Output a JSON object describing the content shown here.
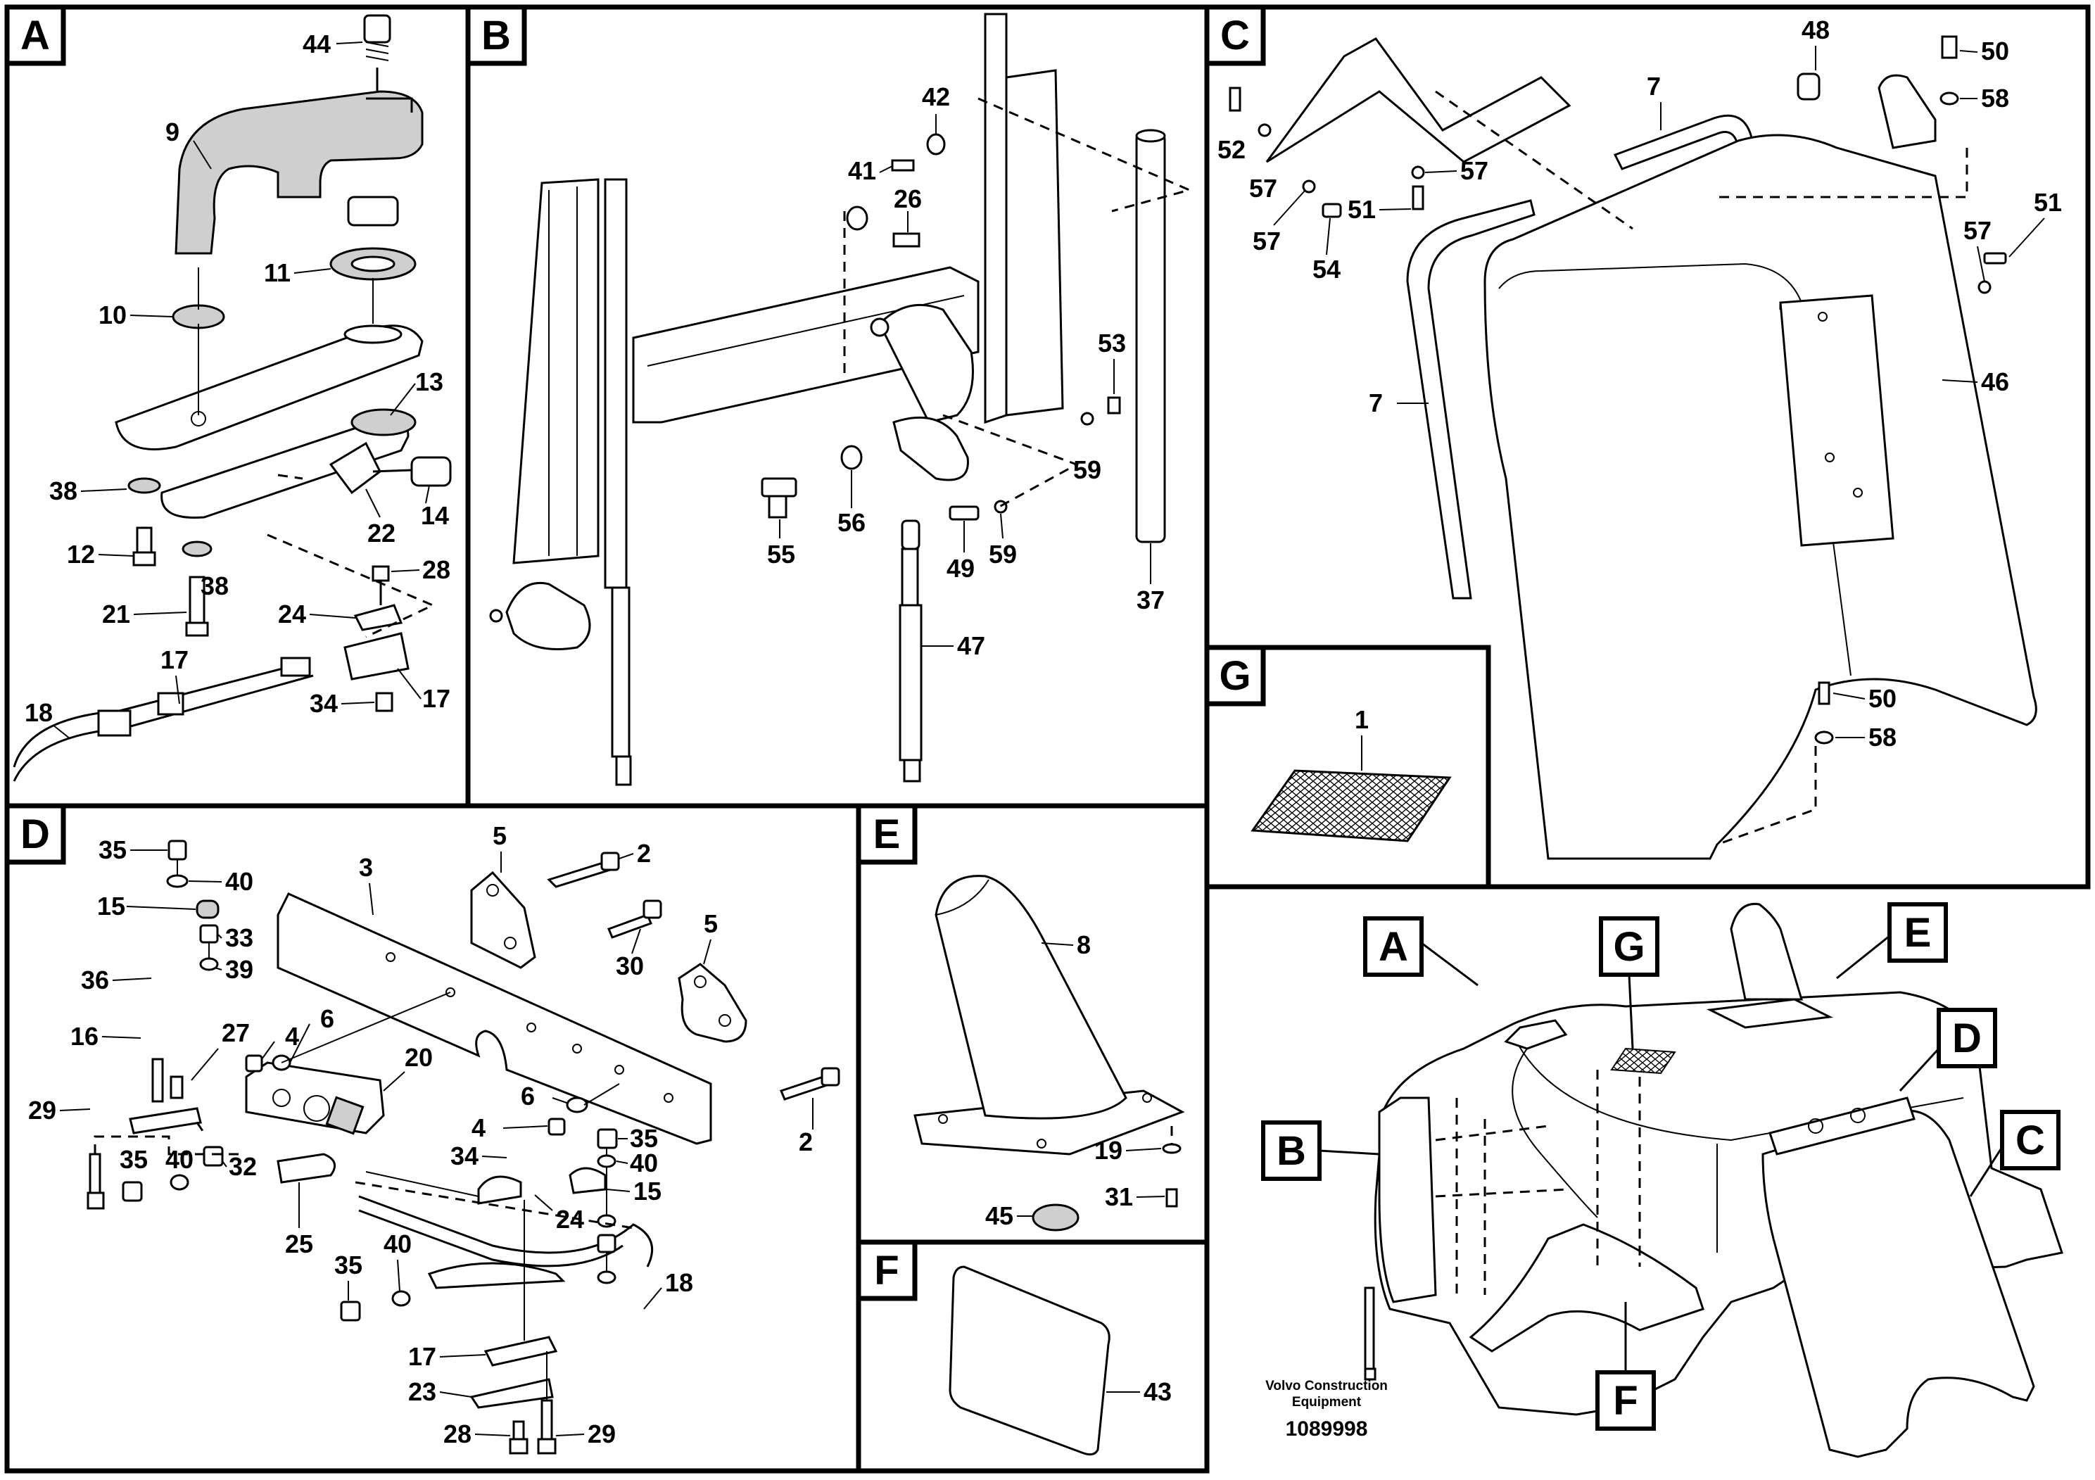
{
  "panels": {
    "A": {
      "letter": "A",
      "callouts": [
        "44",
        "9",
        "11",
        "10",
        "13",
        "38",
        "14",
        "12",
        "22",
        "38",
        "28",
        "21",
        "24",
        "17",
        "34",
        "17",
        "18"
      ]
    },
    "B": {
      "letter": "B",
      "callouts": [
        "42",
        "41",
        "26",
        "53",
        "59",
        "55",
        "56",
        "59",
        "49",
        "47",
        "37"
      ]
    },
    "C": {
      "letter": "C",
      "callouts": [
        "48",
        "50",
        "58",
        "7",
        "52",
        "57",
        "57",
        "51",
        "57",
        "54",
        "57",
        "51",
        "46",
        "7",
        "50",
        "58"
      ]
    },
    "D": {
      "letter": "D",
      "callouts": [
        "35",
        "40",
        "5",
        "2",
        "3",
        "15",
        "33",
        "30",
        "5",
        "36",
        "39",
        "16",
        "27",
        "4",
        "6",
        "20",
        "29",
        "35",
        "40",
        "32",
        "6",
        "4",
        "34",
        "24",
        "35",
        "40",
        "15",
        "25",
        "35",
        "40",
        "18",
        "17",
        "23",
        "28",
        "29",
        "2"
      ]
    },
    "E": {
      "letter": "E",
      "callouts": [
        "8",
        "19",
        "45",
        "31"
      ]
    },
    "F": {
      "letter": "F",
      "callouts": [
        "43"
      ]
    },
    "G": {
      "letter": "G",
      "callouts": [
        "1"
      ]
    }
  },
  "overview": {
    "labels": [
      "A",
      "G",
      "E",
      "D",
      "B",
      "C",
      "F"
    ],
    "maker_line1": "Volvo Construction",
    "maker_line2": "Equipment",
    "doc_number": "1089998"
  }
}
